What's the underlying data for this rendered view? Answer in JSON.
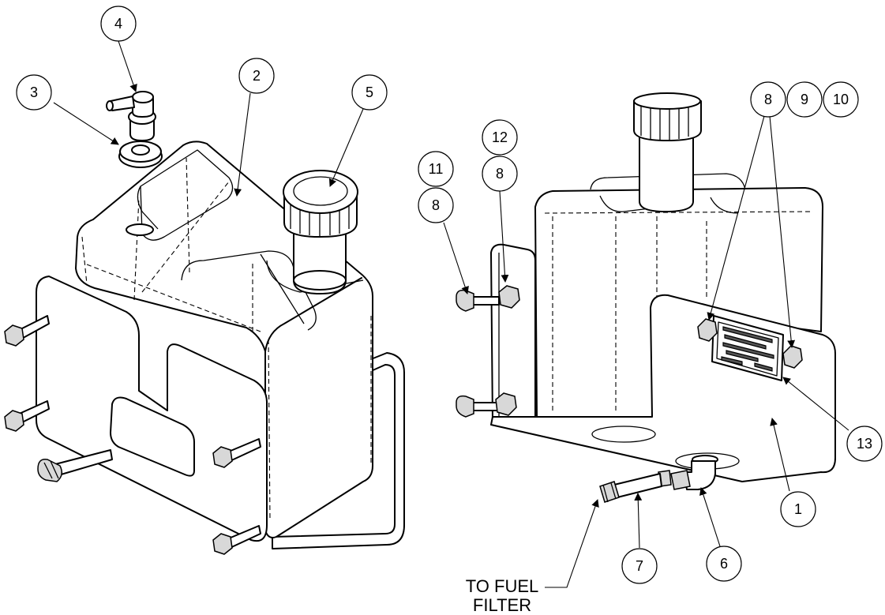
{
  "balloons": {
    "b1": "1",
    "b2": "2",
    "b3": "3",
    "b4": "4",
    "b5": "5",
    "b6": "6",
    "b7": "7",
    "b8a": "8",
    "b8b": "8",
    "b8c": "8",
    "b9": "9",
    "b10": "10",
    "b11": "11",
    "b12": "12",
    "b13": "13"
  },
  "callout": {
    "line1": "TO FUEL",
    "line2": "FILTER"
  }
}
